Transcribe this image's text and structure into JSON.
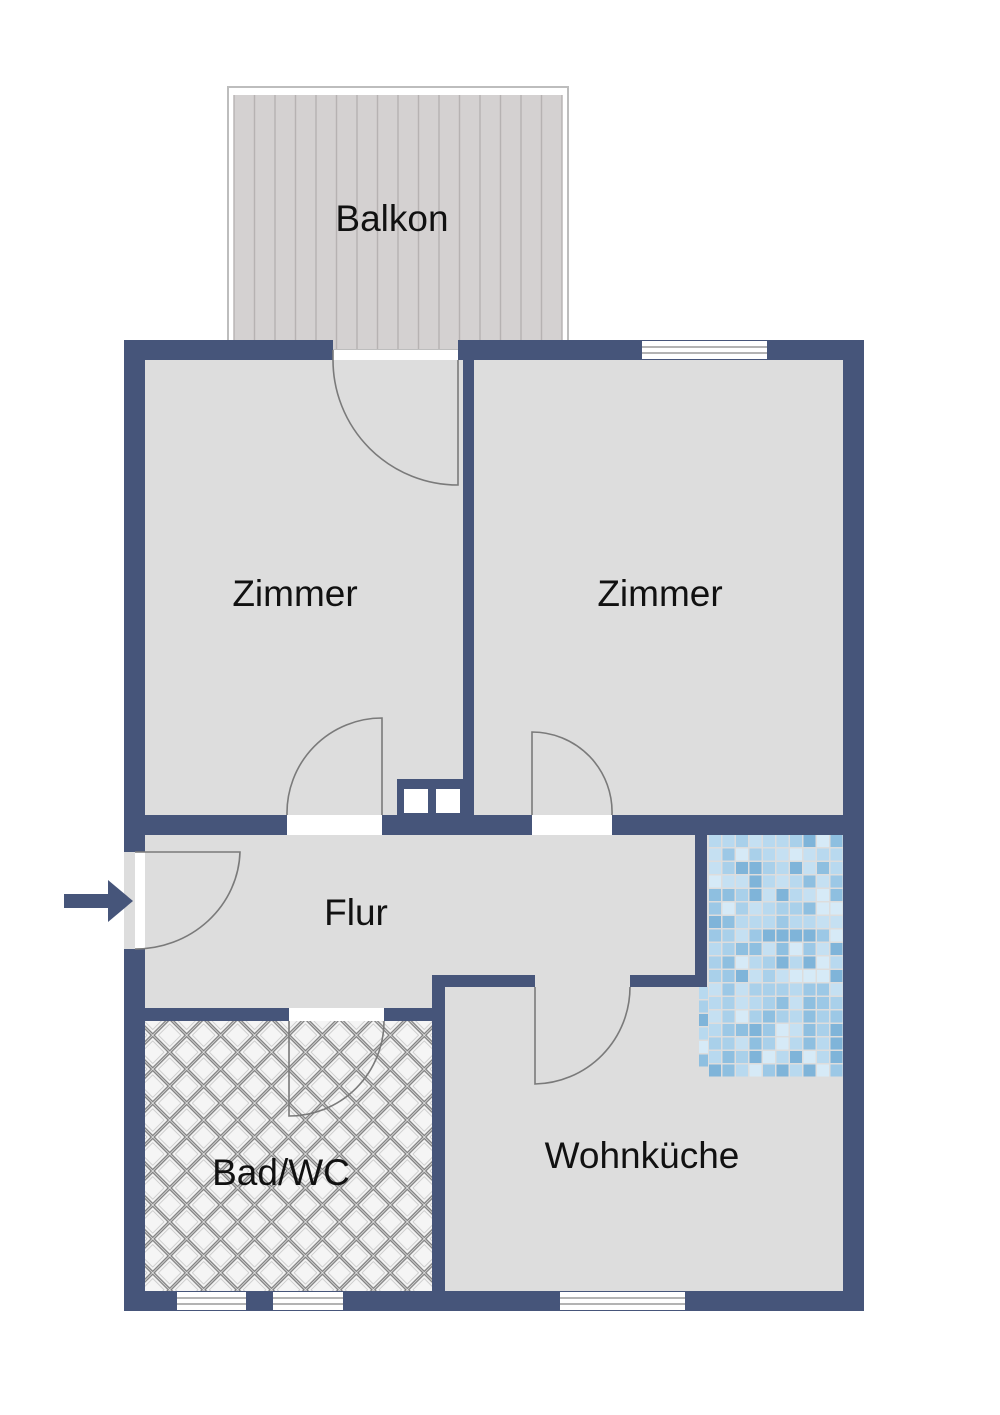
{
  "floor_plan": {
    "rooms": {
      "balcony": "Balkon",
      "room_left": "Zimmer",
      "room_right": "Zimmer",
      "hallway": "Flur",
      "bathroom": "Bad/WC",
      "kitchen": "Wohnküche"
    },
    "colors": {
      "wall": "#46557a",
      "floor": "#dddddd",
      "wood_deck": "#d4d1d1",
      "bath_tile": "#f4f4f4",
      "door_swing": "#7a7a7a",
      "mosaic_base": "#a9d0ea"
    },
    "icons": {
      "entrance": "entrance-arrow-icon"
    }
  }
}
